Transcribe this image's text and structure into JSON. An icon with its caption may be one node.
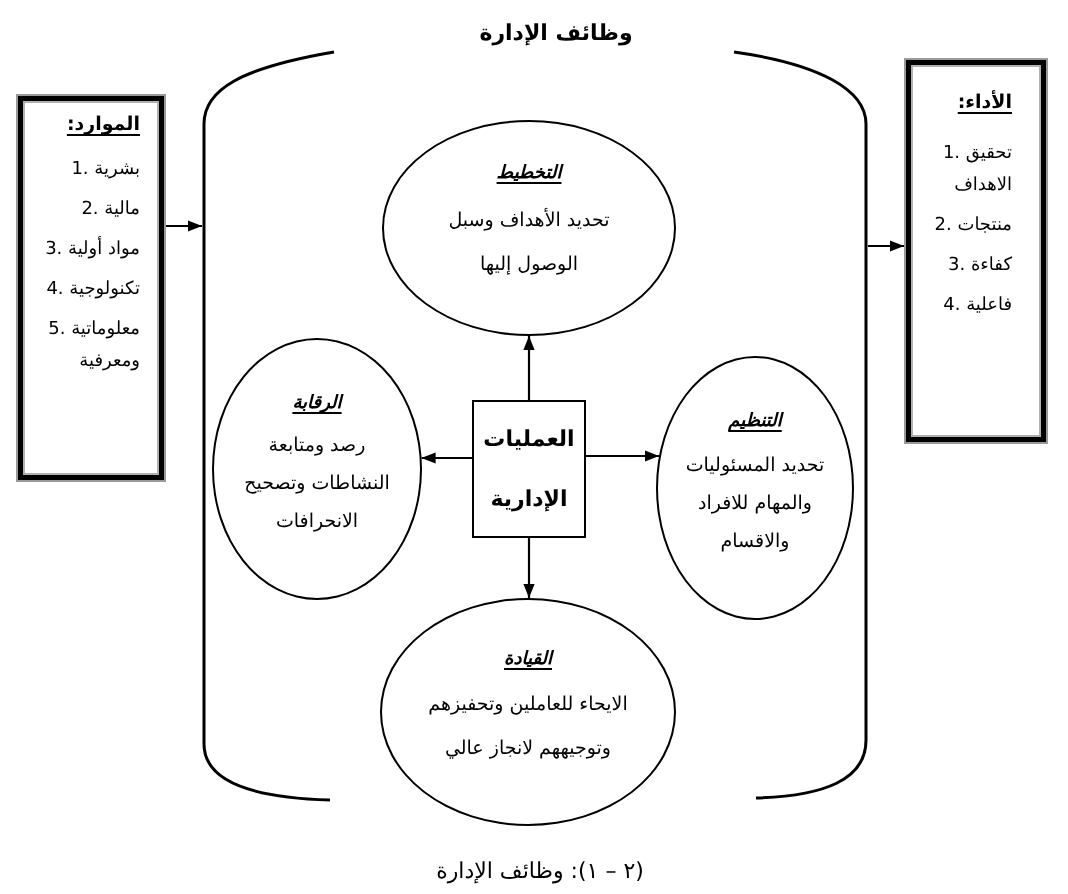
{
  "diagram": {
    "nodes": [
      {
        "text": [
          "الموارد:",
          "1. بشرية",
          "2. مالية",
          "3. مواد أولية",
          "4. تكنولوجية",
          "5. معلوماتية ومعرفية"
        ]
      },
      {
        "text": [
          "وظائف الإدارة"
        ]
      },
      {
        "text": [
          "التخطيط",
          "تحديد الأهداف وسبل الوصول إليها"
        ],
        "in": 1
      },
      {
        "text": [
          "الرقابة",
          "رصد ومتابعة النشاطات وتصحيح الانحرافات"
        ],
        "in": 1
      },
      {
        "text": [
          "العمليات الإدارية"
        ],
        "in": 1
      },
      {
        "text": [
          "التنظيم",
          "تحديد المسئوليات والمهام للافراد والاقسام"
        ],
        "in": 1
      },
      {
        "text": [
          "القيادة",
          "الايحاء للعاملين وتحفيزهم وتوجيههم لانجاز عالي"
        ],
        "in": 1
      },
      {
        "text": [
          "الأداء:",
          "1. تحقيق الاهداف",
          "2. منتجات",
          "3. كفاءة",
          "4. فاعلية"
        ]
      }
    ],
    "edges": [
      {
        "from": 0,
        "to": 1,
        "arrow": "to"
      },
      {
        "from": 1,
        "to": 7,
        "arrow": "to"
      },
      {
        "from": 4,
        "to": 2,
        "arrow": "to"
      },
      {
        "from": 4,
        "to": 3,
        "arrow": "to"
      },
      {
        "from": 4,
        "to": 5,
        "arrow": "to"
      },
      {
        "from": 4,
        "to": 6,
        "arrow": "to"
      }
    ],
    "caption": "(٢ – ١): وظائف الإدارة"
  }
}
